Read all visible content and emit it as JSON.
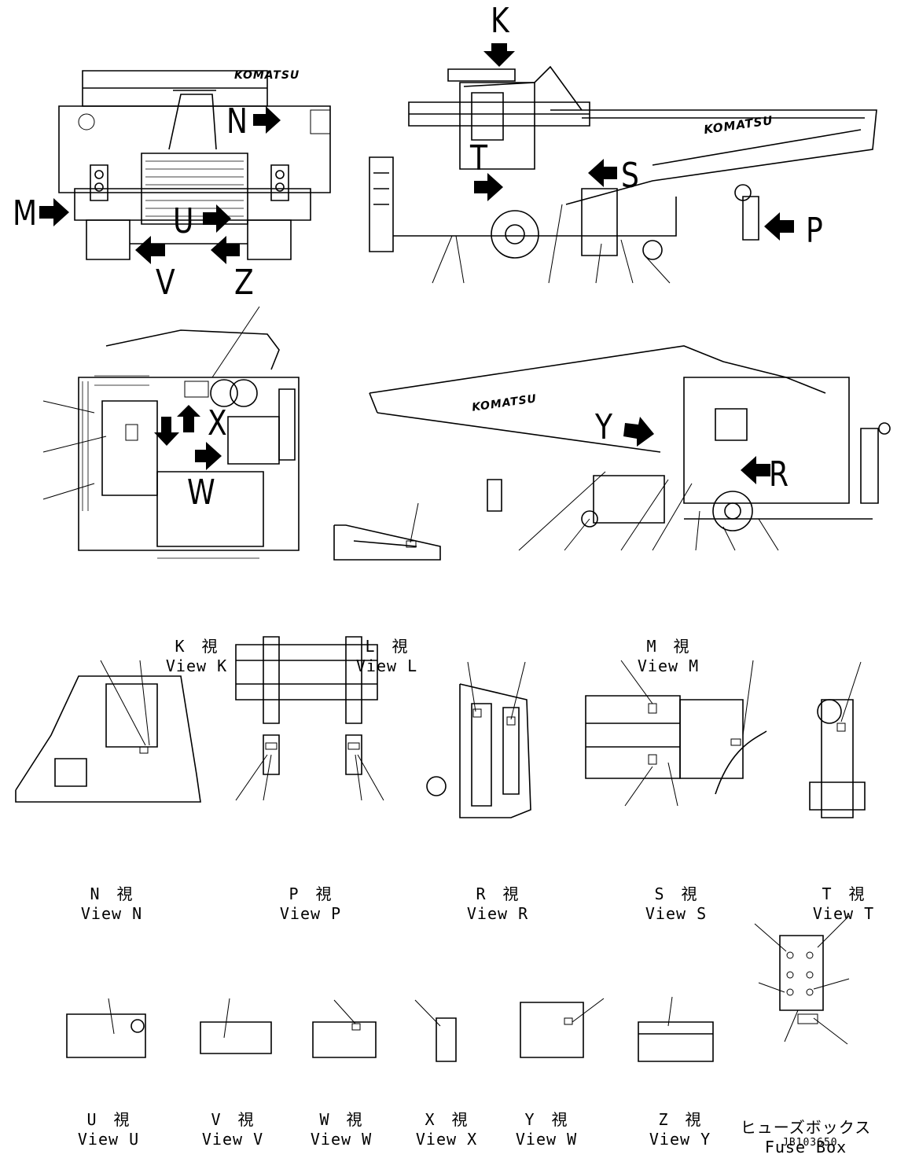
{
  "markers": {
    "K": "K",
    "N": "N",
    "T": "T",
    "S": "S",
    "M": "M",
    "U": "U",
    "P": "P",
    "V": "V",
    "Z": "Z",
    "X": "X",
    "W": "W",
    "Y": "Y",
    "R": "R"
  },
  "brand": "KOMATSU",
  "views": [
    {
      "jp": "K　視",
      "en": "View K"
    },
    {
      "jp": "L　視",
      "en": "View L"
    },
    {
      "jp": "M　視",
      "en": "View M"
    },
    {
      "jp": "N　視",
      "en": "View N"
    },
    {
      "jp": "P　視",
      "en": "View P"
    },
    {
      "jp": "R　視",
      "en": "View R"
    },
    {
      "jp": "S　視",
      "en": "View S"
    },
    {
      "jp": "T　視",
      "en": "View T"
    },
    {
      "jp": "U　視",
      "en": "View U"
    },
    {
      "jp": "V　視",
      "en": "View V"
    },
    {
      "jp": "W　視",
      "en": "View W"
    },
    {
      "jp": "X　視",
      "en": "View X"
    },
    {
      "jp": "Y　視",
      "en": "View W"
    },
    {
      "jp": "Z　視",
      "en": "View Y"
    },
    {
      "jp": "ヒューズボックス",
      "en": "Fuse Box"
    }
  ],
  "doc_id": "JB103650"
}
